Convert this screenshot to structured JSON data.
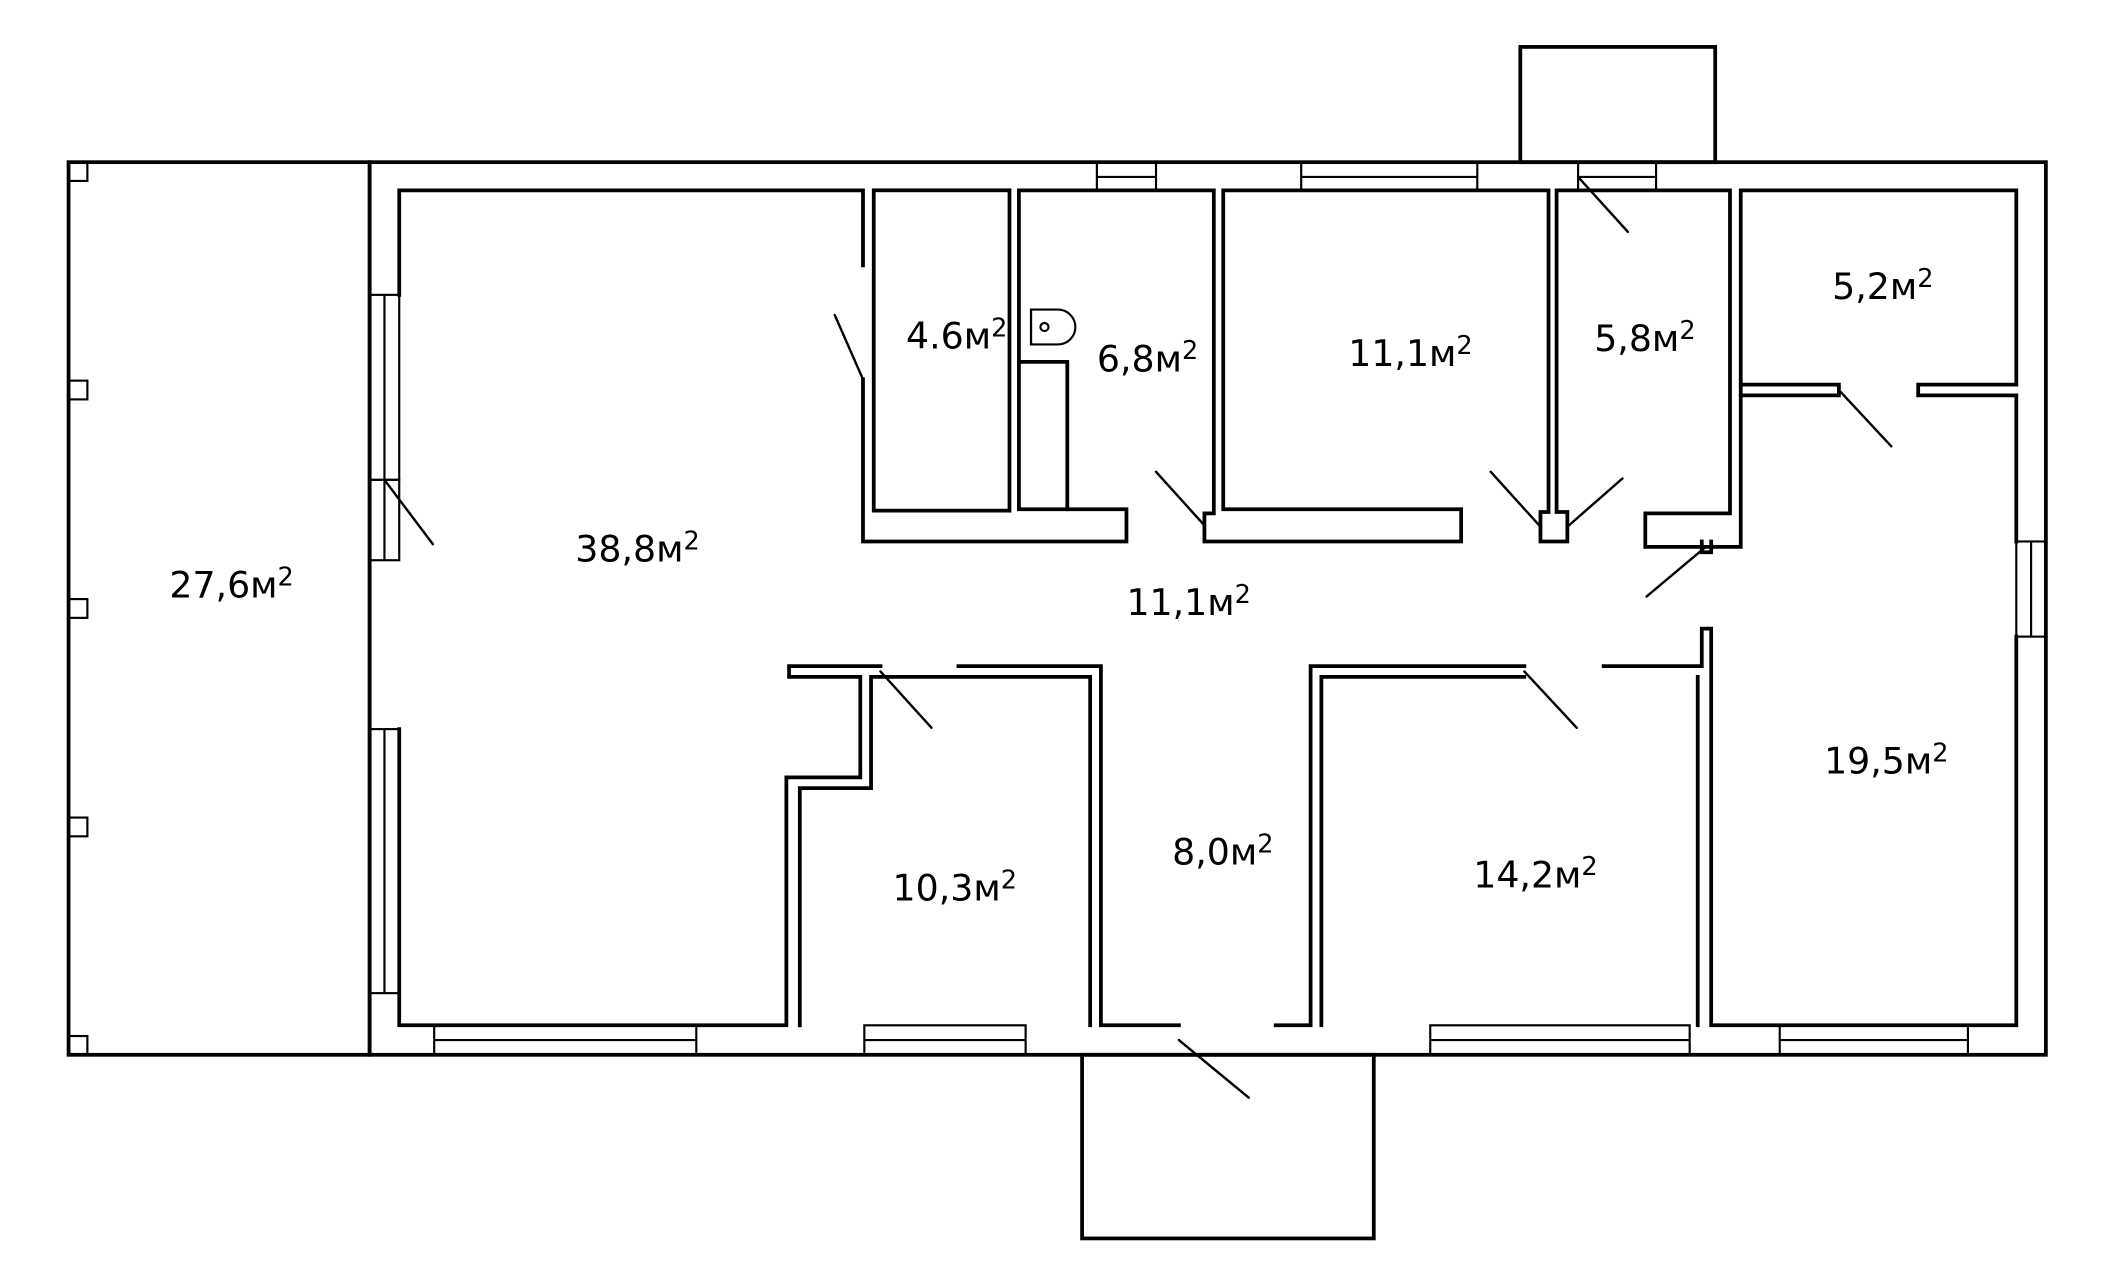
{
  "floor_plan": {
    "unit_suffix": "м",
    "unit_power": "2",
    "rooms": [
      {
        "id": "terrace",
        "area": "27,6"
      },
      {
        "id": "living",
        "area": "38,8"
      },
      {
        "id": "pantry",
        "area": "4.6"
      },
      {
        "id": "bathroom",
        "area": "6,8"
      },
      {
        "id": "bedroom-north",
        "area": "11,1"
      },
      {
        "id": "vestibule",
        "area": "5,8"
      },
      {
        "id": "utility",
        "area": "5,2"
      },
      {
        "id": "hall",
        "area": "11,1"
      },
      {
        "id": "corridor",
        "area": "8,0"
      },
      {
        "id": "room-south-west",
        "area": "10,3"
      },
      {
        "id": "room-south-east",
        "area": "14,2"
      },
      {
        "id": "room-east",
        "area": "19,5"
      }
    ]
  }
}
